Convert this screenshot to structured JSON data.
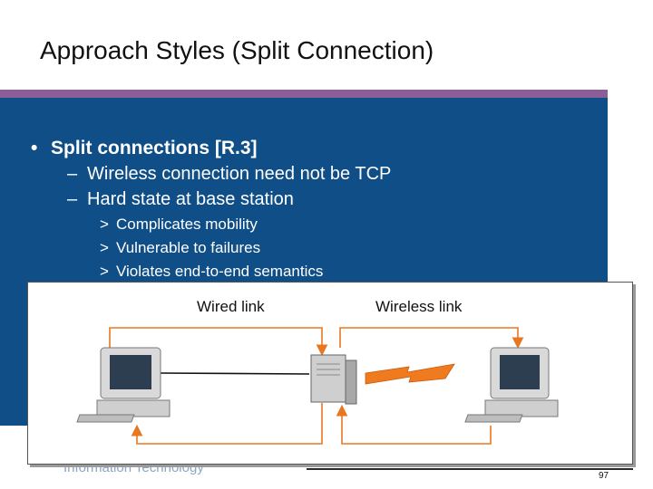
{
  "slide": {
    "title": "Approach Styles (Split Connection)",
    "bullet": {
      "marker": "•",
      "text": "Split connections [R.3]"
    },
    "subitems": [
      {
        "marker": "–",
        "text": "Wireless connection need not be TCP"
      },
      {
        "marker": "–",
        "text": "Hard state at base station"
      }
    ],
    "subsubitems": [
      {
        "marker": ">",
        "text": "Complicates mobility"
      },
      {
        "marker": ">",
        "text": "Vulnerable to failures"
      },
      {
        "marker": ">",
        "text": "Violates end-to-end semantics"
      }
    ]
  },
  "diagram": {
    "wired_label": "Wired link",
    "wireless_label": "Wireless link",
    "icons": [
      "desktop-computer-icon",
      "base-station-server-icon",
      "desktop-computer-icon",
      "lightning-bolt-icon"
    ],
    "arrow_color": "#e87722",
    "bolt_color": "#f07a1e"
  },
  "footer": {
    "org_text": "Information Technology",
    "page_number": "97"
  },
  "colors": {
    "panel": "#0f4e86",
    "accent_bar": "#8b5e9a"
  }
}
